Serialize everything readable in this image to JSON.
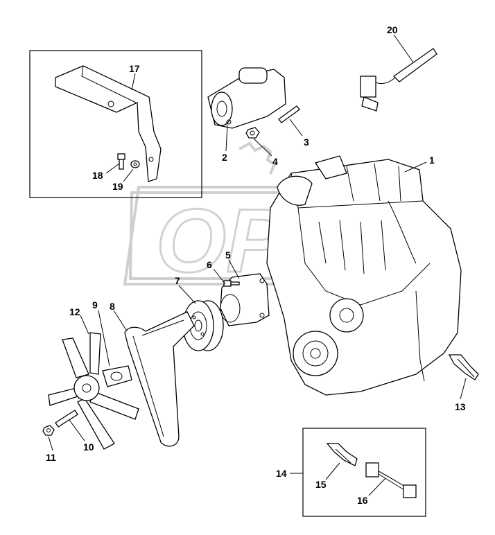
{
  "callouts": [
    {
      "id": "1",
      "text": "1"
    },
    {
      "id": "2",
      "text": "2"
    },
    {
      "id": "3",
      "text": "3"
    },
    {
      "id": "4",
      "text": "4"
    },
    {
      "id": "5",
      "text": "5"
    },
    {
      "id": "6",
      "text": "6"
    },
    {
      "id": "7",
      "text": "7"
    },
    {
      "id": "8",
      "text": "8"
    },
    {
      "id": "9",
      "text": "9"
    },
    {
      "id": "10",
      "text": "10"
    },
    {
      "id": "11",
      "text": "11"
    },
    {
      "id": "12",
      "text": "12"
    },
    {
      "id": "13",
      "text": "13"
    },
    {
      "id": "14",
      "text": "14"
    },
    {
      "id": "15",
      "text": "15"
    },
    {
      "id": "16",
      "text": "16"
    },
    {
      "id": "17",
      "text": "17"
    },
    {
      "id": "18",
      "text": "18"
    },
    {
      "id": "19",
      "text": "19"
    },
    {
      "id": "20",
      "text": "20"
    }
  ],
  "watermark": {
    "text": "OPEX"
  }
}
